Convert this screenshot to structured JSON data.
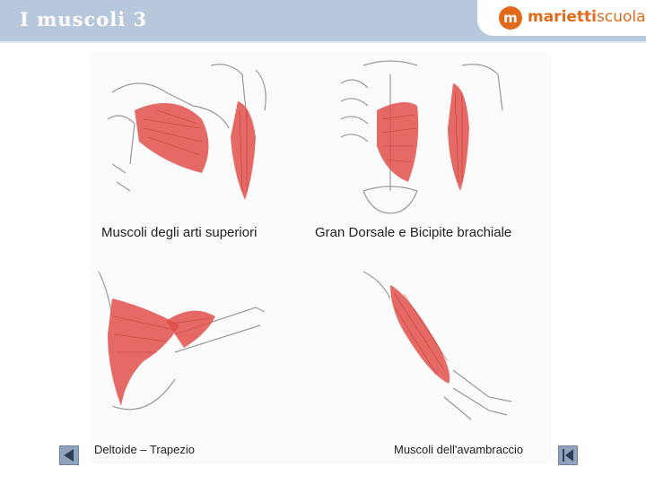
{
  "slide": {
    "title": "I muscoli 3"
  },
  "logo": {
    "mark": "m",
    "brand_bold": "marietti",
    "brand_light": "scuola"
  },
  "figure": {
    "captions": {
      "top_left": "Muscoli degli arti superiori",
      "top_right": "Gran Dorsale e Bicipite brachiale",
      "bottom_left": "Deltoide – Trapezio",
      "bottom_right": "Muscoli dell'avambraccio"
    }
  },
  "nav": {
    "prev_icon": "triangle-left-icon",
    "next_icon": "skip-last-icon"
  },
  "colors": {
    "header": "#b8c8dc",
    "muscle": "#e0504a",
    "accent": "#e06a1a"
  }
}
